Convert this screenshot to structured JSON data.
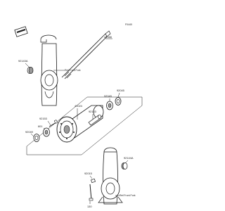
{
  "diagram": {
    "code": "F0440",
    "labels": {
      "axle": "41068",
      "collar_upper_left": "92143A",
      "ref_front_fork_upper": "Ref.Front Fork",
      "hub": "41024",
      "collar_center": "92143",
      "seal_right": "92049",
      "bearing_right": "92045",
      "bolt_disc": "92153",
      "bearing_left": "601",
      "seal_left": "92049",
      "collar_lower_right": "92144A",
      "nut_lower": "92015",
      "bolt_lower": "130",
      "ref_front_fork_lower": "Ref.Front Fork"
    }
  },
  "colors": {
    "line": "#1a1a1a",
    "part_fill": "#ffffff",
    "shade": "#9a9a9a"
  }
}
